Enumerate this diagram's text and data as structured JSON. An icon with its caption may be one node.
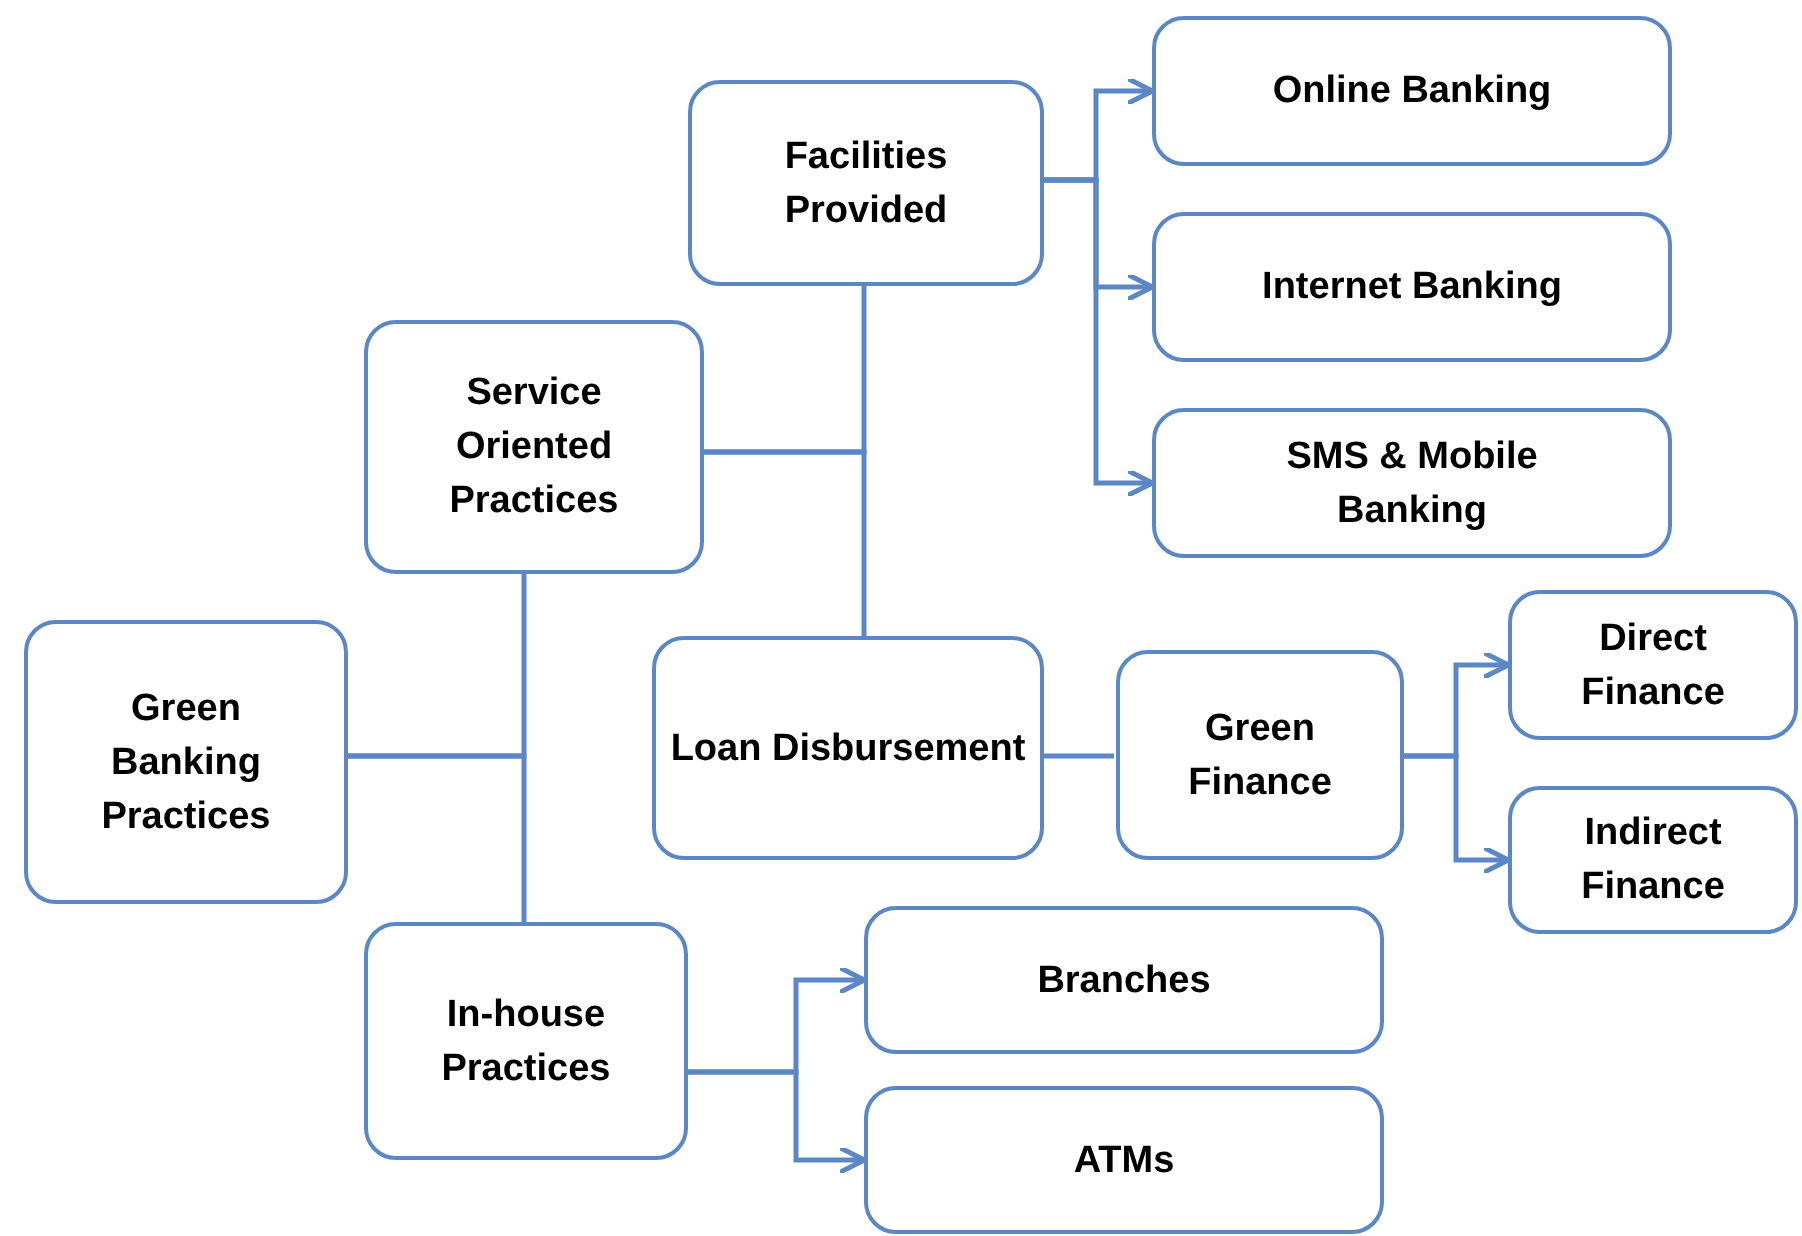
{
  "diagram": {
    "nodes": [
      {
        "text": [
          "Green Banking Practices"
        ]
      },
      {
        "text": [
          "Service Oriented Practices"
        ]
      },
      {
        "text": [
          "In-house Practices"
        ]
      },
      {
        "text": [
          "Facilities Provided"
        ]
      },
      {
        "text": [
          "Loan Disbursement"
        ]
      },
      {
        "text": [
          "Online Banking"
        ]
      },
      {
        "text": [
          "Internet Banking"
        ]
      },
      {
        "text": [
          "SMS & Mobile Banking"
        ]
      },
      {
        "text": [
          "Green Finance"
        ]
      },
      {
        "text": [
          "Direct Finance"
        ]
      },
      {
        "text": [
          "Indirect Finance"
        ]
      },
      {
        "text": [
          "Branches"
        ]
      },
      {
        "text": [
          "ATMs"
        ]
      }
    ],
    "edges": [
      {
        "from": 0,
        "to": 1,
        "arrow": "none"
      },
      {
        "from": 0,
        "to": 2,
        "arrow": "none"
      },
      {
        "from": 1,
        "to": 3,
        "arrow": "none"
      },
      {
        "from": 1,
        "to": 4,
        "arrow": "none"
      },
      {
        "from": 3,
        "to": 5,
        "arrow": "to"
      },
      {
        "from": 3,
        "to": 6,
        "arrow": "to"
      },
      {
        "from": 3,
        "to": 7,
        "arrow": "to"
      },
      {
        "from": 4,
        "to": 8,
        "arrow": "none"
      },
      {
        "from": 8,
        "to": 9,
        "arrow": "to"
      },
      {
        "from": 8,
        "to": 10,
        "arrow": "to"
      },
      {
        "from": 2,
        "to": 11,
        "arrow": "to"
      },
      {
        "from": 2,
        "to": 12,
        "arrow": "to"
      }
    ]
  }
}
